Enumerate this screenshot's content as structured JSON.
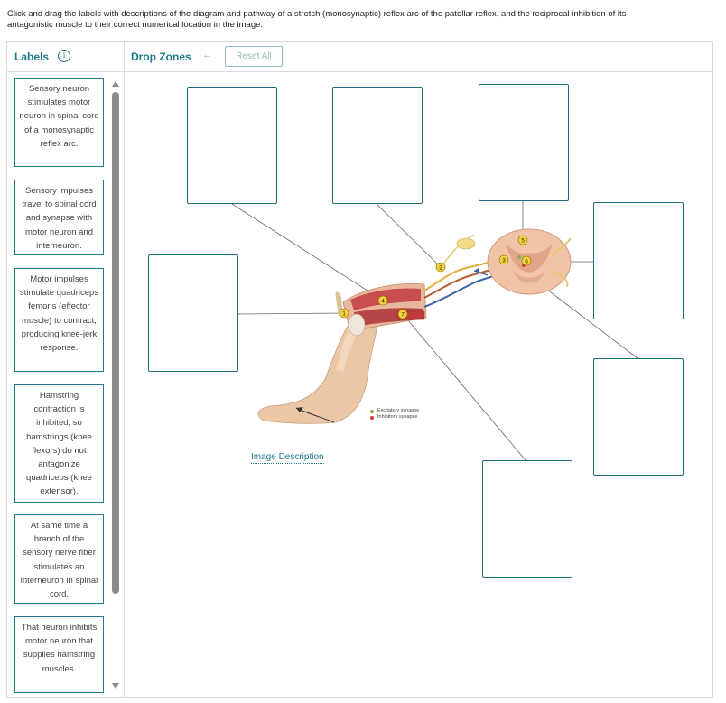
{
  "instructions": "Click and drag the labels with descriptions of the diagram and pathway of a stretch (monosynaptic) reflex arc of the patellar reflex, and the reciprocal inhibition of its antagonistic muscle to their correct numerical location in the image.",
  "labels_panel": {
    "title": "Labels",
    "info_icon": "info-icon",
    "cards": [
      "Sensory neuron stimulates motor neuron in spinal cord of a monosynaptic reflex arc.",
      "Sensory impulses travel to spinal cord and synapse with motor neuron and interneuron.",
      "Motor impulses stimulate quadriceps femoris (effector muscle) to contract, producing knee-jerk response.",
      "Hamstring contraction is inhibited, so hamstrings (knee flexors) do not antagonize quadriceps (knee extensor).",
      "At same time a branch of the sensory nerve fiber stimulates an interneuron in spinal cord.",
      "That neuron inhibits motor neuron that supplies hamstring muscles."
    ]
  },
  "dropzones_panel": {
    "title": "Drop Zones",
    "back_icon": "←",
    "reset_label": "Reset All"
  },
  "diagram": {
    "markers": [
      "1",
      "2",
      "3",
      "4",
      "5",
      "6",
      "7"
    ],
    "legend": [
      "Excitatory synapse",
      "Inhibitory synapse"
    ],
    "legend_colors": [
      "#7ab648",
      "#d23c3c"
    ],
    "image_description_link": "Image Description"
  }
}
